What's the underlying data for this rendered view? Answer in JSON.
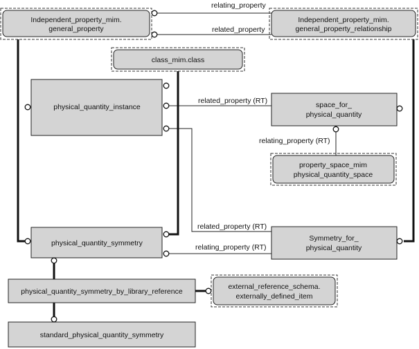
{
  "entities": {
    "independent_property": [
      "Independent_property_mim.",
      "general_property"
    ],
    "independent_property_relationship": [
      "Independent_property_mim.",
      "general_property_relationship"
    ],
    "class_mim_class": [
      "class_mim.class"
    ],
    "physical_quantity_instance": [
      "physical_quantity_instance"
    ],
    "space_for_physical_quantity": [
      "space_for_",
      "physical_quantity"
    ],
    "property_space_mim": [
      "property_space_mim",
      "physical_quantity_space"
    ],
    "physical_quantity_symmetry": [
      "physical_quantity_symmetry"
    ],
    "symmetry_for_physical_quantity": [
      "Symmetry_for_",
      "physical_quantity"
    ],
    "symmetry_by_library_reference": [
      "physical_quantity_symmetry_by_library_reference"
    ],
    "external_reference": [
      "external_reference_schema.",
      "externally_defined_item"
    ],
    "standard_symmetry": [
      "standard_physical_quantity_symmetry"
    ]
  },
  "relations": {
    "relating_property_top": "relating_property",
    "related_property_top": "related_property",
    "related_property_rt_space": "related_property (RT)",
    "relating_property_rt_space": "relating_property (RT)",
    "related_property_rt_symmetry": "related_property (RT)",
    "relating_property_rt_symmetry": "relating_property (RT)"
  }
}
